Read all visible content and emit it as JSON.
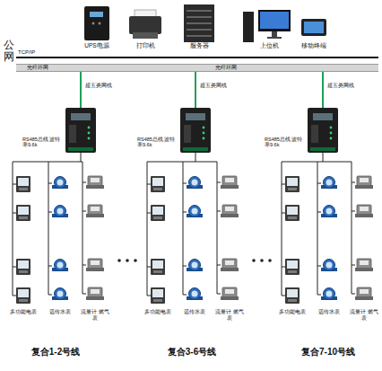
{
  "diagram": {
    "nodes": [
      {
        "text": [
          "TCP/IP"
        ]
      },
      {
        "text": [
          "光纤环网",
          "光纤环网"
        ]
      },
      {
        "text": [
          "UPS电源"
        ]
      },
      {
        "text": [
          "打印机"
        ]
      },
      {
        "text": [
          "服务器"
        ]
      },
      {
        "text": [
          "上位机"
        ]
      },
      {
        "text": [
          "移动终端"
        ]
      },
      {
        "text": [
          "RS485总线 波特率9.6k"
        ]
      },
      {
        "text": [
          "RS485总线 波特率9.6k"
        ]
      },
      {
        "text": [
          "RS485总线 波特率9.6k"
        ]
      }
    ],
    "edges": [
      {
        "from": 1,
        "to": 7,
        "label": "超五类网线",
        "arrow": "none"
      },
      {
        "from": 1,
        "to": 8,
        "label": "超五类网线",
        "arrow": "none"
      },
      {
        "from": 1,
        "to": 9,
        "label": "超五类网线",
        "arrow": "none"
      }
    ],
    "labels": [
      "公网",
      "多功能电表",
      "远传水表",
      "流量计 燃气表",
      "多功能电表",
      "远传水表",
      "流量计 燃气表",
      "多功能电表",
      "远传水表",
      "流量计 燃气表",
      "复合1-2号线",
      "复合3-6号线",
      "复合7-10号线"
    ]
  }
}
